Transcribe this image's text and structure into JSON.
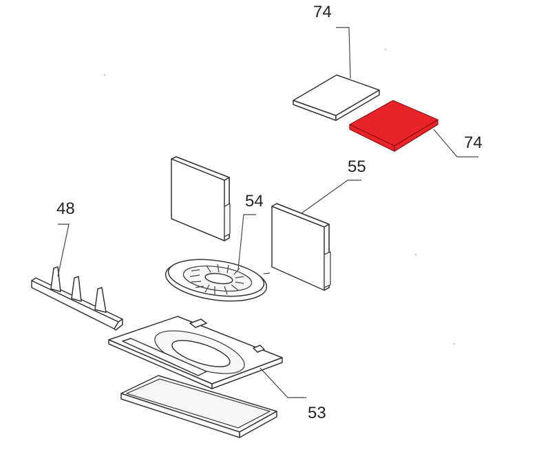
{
  "diagram": {
    "highlight_color": "#e8232a",
    "line_color": "#333333",
    "callouts": [
      {
        "id": "74-top",
        "label": "74"
      },
      {
        "id": "74-red",
        "label": "74"
      },
      {
        "id": "55",
        "label": "55"
      },
      {
        "id": "54",
        "label": "54"
      },
      {
        "id": "48",
        "label": "48"
      },
      {
        "id": "53",
        "label": "53"
      }
    ]
  }
}
